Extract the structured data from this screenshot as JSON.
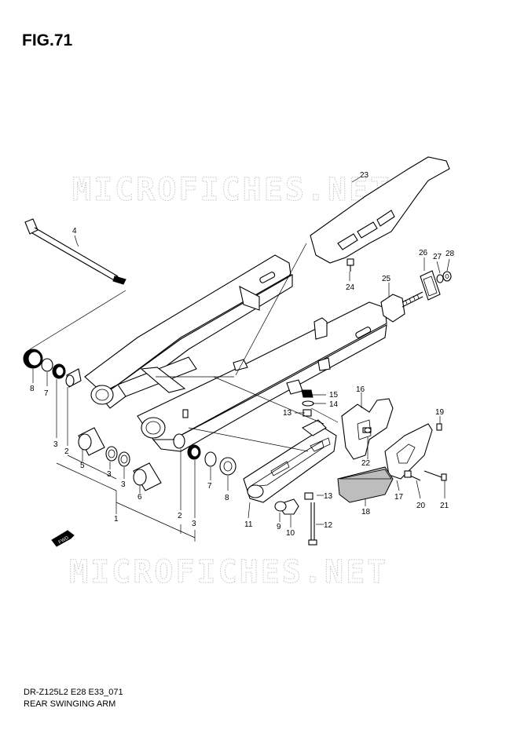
{
  "figure": {
    "title": "FIG.71",
    "code": "DR-Z125L2 E28 E33_071",
    "caption": "REAR SWINGING ARM"
  },
  "watermark": "MICROFICHES.NET",
  "direction_arrow": "FWD",
  "part_numbers": {
    "p1": "1",
    "p2": "2",
    "p3": "3",
    "p4": "4",
    "p5": "5",
    "p6": "6",
    "p7": "7",
    "p8": "8",
    "p9": "9",
    "p10": "10",
    "p11": "11",
    "p12": "12",
    "p13": "13",
    "p14": "14",
    "p15": "15",
    "p16": "16",
    "p17": "17",
    "p18": "18",
    "p19": "19",
    "p20": "20",
    "p21": "21",
    "p22": "22",
    "p23": "23",
    "p24": "24",
    "p25": "25",
    "p26": "26",
    "p27": "27",
    "p28": "28"
  }
}
